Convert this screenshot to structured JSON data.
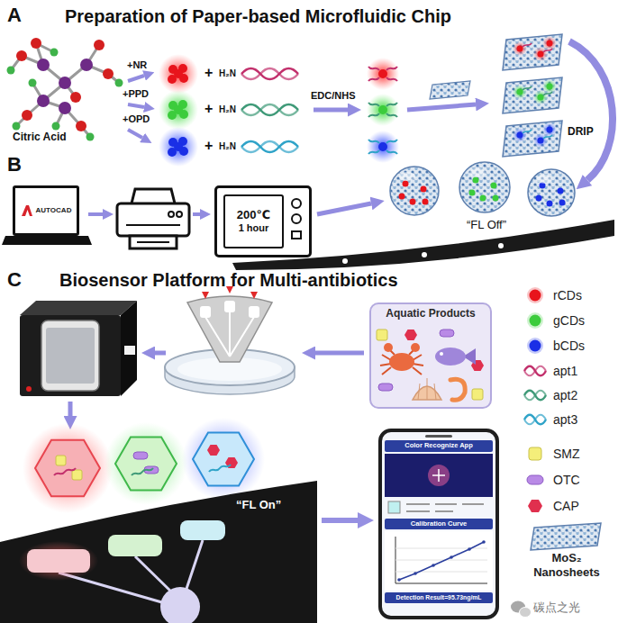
{
  "diagram": {
    "nodes": [
      {
        "text": [
          "AUTOCAD"
        ]
      },
      {
        "text": [
          "200℃",
          "1 hour"
        ]
      },
      {
        "text": [
          "Aquatic Products"
        ]
      },
      {
        "text": [
          "“FL On”"
        ]
      },
      {
        "text": [
          "Color Recognize App",
          "Calibration Curve",
          "Detection Result=95.73ng/mL"
        ]
      }
    ],
    "edges": [
      {
        "from": 3,
        "to": 4,
        "arrow": "to"
      }
    ],
    "labels": [
      "A",
      "Preparation of Paper-based Microfluidic Chip",
      "+NR",
      "+PPD",
      "+OPD",
      "Citric Acid",
      "+",
      "+",
      "+",
      "H₂N",
      "H₂N",
      "H₂N",
      "EDC/NHS",
      "DRIP",
      "B",
      "“FL Off”",
      "C",
      "Biosensor Platform for Multi-antibiotics",
      "碳点之光"
    ],
    "legend": [
      {
        "text": "rCDs",
        "color": "#e8141c"
      },
      {
        "text": "gCDs",
        "color": "#3ccc3c"
      },
      {
        "text": "bCDs",
        "color": "#1a2fe6"
      },
      {
        "text": "apt1"
      },
      {
        "text": "apt2"
      },
      {
        "text": "apt3"
      },
      {
        "text": "SMZ",
        "color": "#f4ee7a"
      },
      {
        "text": "OTC",
        "color": "#b98ae6"
      },
      {
        "text": "CAP",
        "color": "#e0304e"
      },
      {
        "text": "MoS₂ Nanosheets"
      }
    ]
  }
}
